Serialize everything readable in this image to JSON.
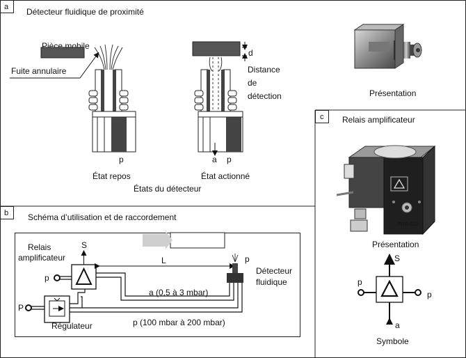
{
  "panel_a": {
    "tag": "a",
    "title": "Détecteur fluidique de proximité",
    "piece_mobile": "Pièce mobile",
    "fuite_annulaire": "Fuite annulaire",
    "p_rest": "p",
    "d": "d",
    "distance": [
      "Distance",
      "de",
      "détection"
    ],
    "a_port": "a",
    "p_port": "p",
    "etat_repos": "État repos",
    "etat_actionne": "État actionné",
    "etats": "États du détecteur",
    "presentation": "Présentation"
  },
  "panel_b": {
    "tag": "b",
    "title": "Schéma d’utilisation et de raccordement",
    "relais": [
      "Relais",
      "amplificateur"
    ],
    "S": "S",
    "L": "L",
    "p_left": "p",
    "P_left": "P",
    "p_det": "p",
    "detecteur": [
      "Détecteur",
      "fluidique"
    ],
    "a_line": "a (0,5 à 3 mbar)",
    "regulateur": "Régulateur",
    "p_line": "p (100 mbar à 200 mbar)"
  },
  "panel_c": {
    "tag": "c",
    "title": "Relais amplificateur",
    "presentation": "Présentation",
    "S": "S",
    "p_left": "p",
    "p_right": "p",
    "a": "a",
    "symbole": "Symbole",
    "device_label": "PRD-A10"
  }
}
